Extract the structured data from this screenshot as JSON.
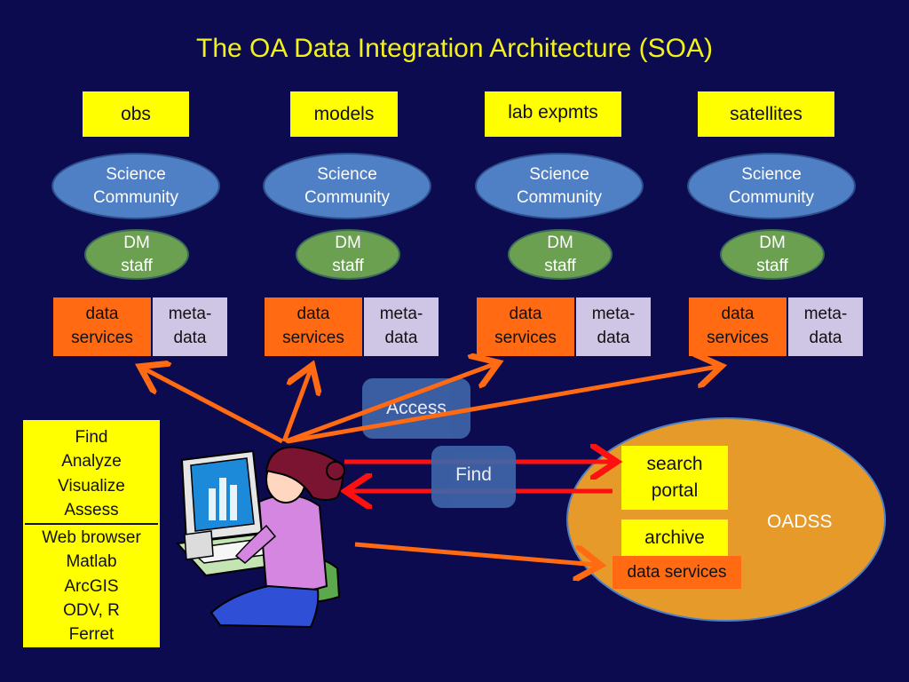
{
  "title": "The OA Data Integration Architecture (SOA)",
  "columns": [
    {
      "source": "obs",
      "community": [
        "Science",
        "Community"
      ],
      "dm": [
        "DM",
        "staff"
      ],
      "services": [
        "data",
        "services"
      ],
      "metadata": [
        "meta-",
        "data"
      ]
    },
    {
      "source": "models",
      "community": [
        "Science",
        "Community"
      ],
      "dm": [
        "DM",
        "staff"
      ],
      "services": [
        "data",
        "services"
      ],
      "metadata": [
        "meta-",
        "data"
      ]
    },
    {
      "source": "lab expmts",
      "community": [
        "Science",
        "Community"
      ],
      "dm": [
        "DM",
        "staff"
      ],
      "services": [
        "data",
        "services"
      ],
      "metadata": [
        "meta-",
        "data"
      ]
    },
    {
      "source": "satellites",
      "community": [
        "Science",
        "Community"
      ],
      "dm": [
        "DM",
        "staff"
      ],
      "services": [
        "data",
        "services"
      ],
      "metadata": [
        "meta-",
        "data"
      ]
    }
  ],
  "tools": {
    "tasks": [
      "Find",
      "Analyze",
      "Visualize",
      "Assess"
    ],
    "software": [
      "Web browser",
      "Matlab",
      "ArcGIS",
      "ODV, R",
      "Ferret"
    ]
  },
  "access_label": "Access",
  "find_label": "Find",
  "oadss": {
    "label": "OADSS",
    "search_portal": [
      "search",
      "portal"
    ],
    "archive": "archive",
    "data_services": "data services"
  },
  "colors": {
    "background": "#0c0b4f",
    "title": "#f2f21a",
    "source_box": "#ffff00",
    "science_community": "#4f7fc4",
    "dm_staff": "#6aa050",
    "data_services": "#ff6a13",
    "metadata": "#cfc5e4",
    "oadss": "#e59a2a",
    "access_arrow": "#ff6a13",
    "find_arrow": "#ff1010"
  }
}
